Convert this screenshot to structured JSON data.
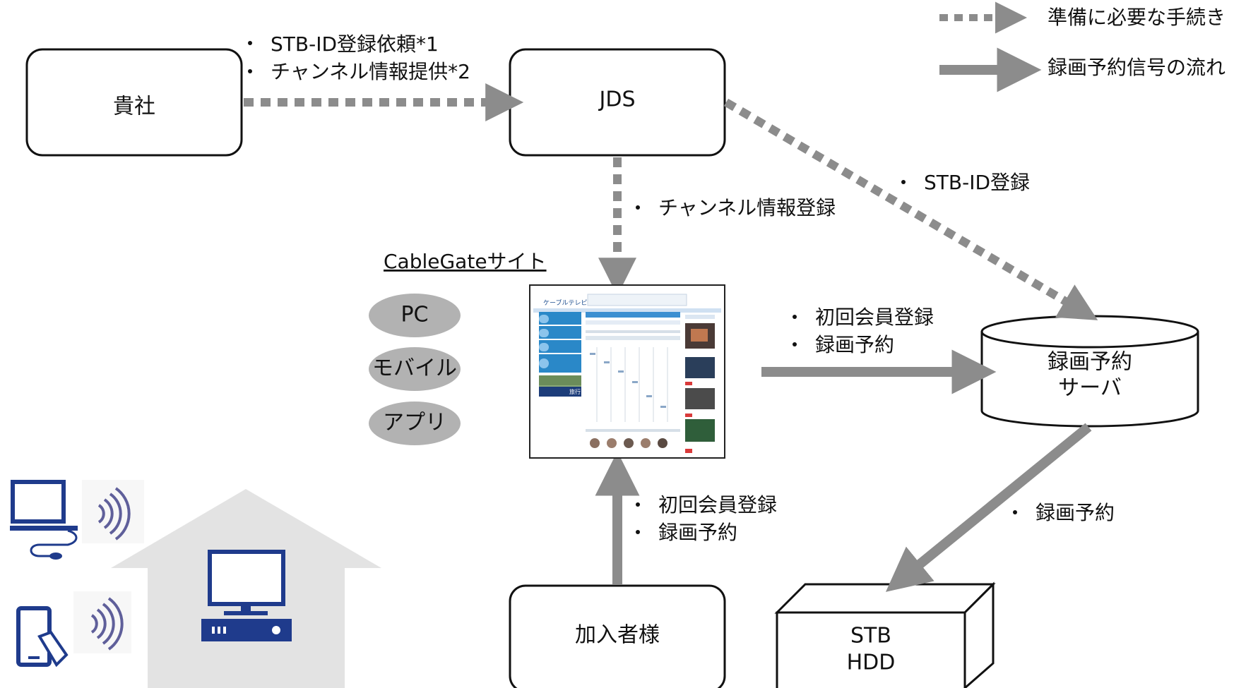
{
  "legend": {
    "prep_label": "準備に必要な手続き",
    "flow_label": "録画予約信号の流れ"
  },
  "nodes": {
    "company": "貴社",
    "jds": "JDS",
    "subscriber": "加入者様",
    "server_line1": "録画予約",
    "server_line2": "サーバ",
    "stb_line1": "STB",
    "stb_line2": "HDD"
  },
  "labels": {
    "stb_id_request": "STB-ID登録依頼*1",
    "channel_info_provide": "チャンネル情報提供*2",
    "channel_info_register": "チャンネル情報登録",
    "stb_id_register": "STB-ID登録",
    "site_first_member": "初回会員登録",
    "site_reservation": "録画予約",
    "sub_first_member": "初回会員登録",
    "sub_reservation": "録画予約",
    "server_reservation": "録画予約"
  },
  "site": {
    "title": "CableGateサイト",
    "devices": [
      "PC",
      "モバイル",
      "アプリ"
    ],
    "screenshot_logo_text": "ケーブルテレビ",
    "screenshot_banner_text": "旅行"
  },
  "colors": {
    "arrow": "#8c8c8c",
    "pill": "#b2b2b2",
    "house": "#e3e3e3",
    "device_blue": "#1f3b8c"
  }
}
